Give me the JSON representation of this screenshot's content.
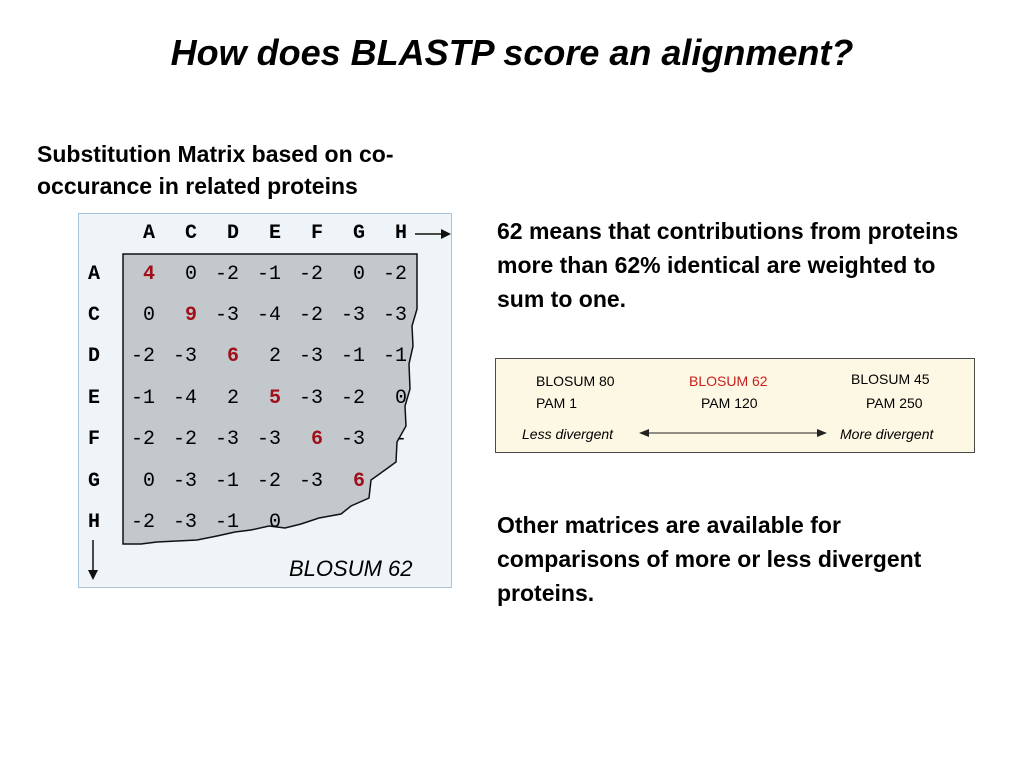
{
  "title": "How does BLASTP score an alignment?",
  "subtitle": "Substitution Matrix based on co-occurance in related proteins",
  "note1": "62 means that contributions from proteins more than 62% identical are weighted to sum to one.",
  "note2": "Other matrices are available for comparisons of more or less divergent proteins.",
  "matrix": {
    "name": "BLOSUM 62",
    "col_headers": [
      "A",
      "C",
      "D",
      "E",
      "F",
      "G",
      "H"
    ],
    "rows": [
      {
        "label": "A",
        "values": [
          "4",
          "0",
          "-2",
          "-1",
          "-2",
          "0",
          "-2"
        ]
      },
      {
        "label": "C",
        "values": [
          "0",
          "9",
          "-3",
          "-4",
          "-2",
          "-3",
          "-3"
        ]
      },
      {
        "label": "D",
        "values": [
          "-2",
          "-3",
          "6",
          "2",
          "-3",
          "-1",
          "-1"
        ]
      },
      {
        "label": "E",
        "values": [
          "-1",
          "-4",
          "2",
          "5",
          "-3",
          "-2",
          "0"
        ]
      },
      {
        "label": "F",
        "values": [
          "-2",
          "-2",
          "-3",
          "-3",
          "6",
          "-3",
          "-"
        ]
      },
      {
        "label": "G",
        "values": [
          "0",
          "-3",
          "-1",
          "-2",
          "-3",
          "6",
          ""
        ]
      },
      {
        "label": "H",
        "values": [
          "-2",
          "-3",
          "-1",
          "0",
          "",
          "",
          ""
        ]
      }
    ]
  },
  "scale": {
    "blosum80": "BLOSUM 80",
    "blosum62": "BLOSUM 62",
    "blosum45": "BLOSUM 45",
    "pam1": "PAM 1",
    "pam120": "PAM 120",
    "pam250": "PAM 250",
    "less": "Less divergent",
    "more": "More divergent",
    "highlight_color": "#c81e1e"
  }
}
